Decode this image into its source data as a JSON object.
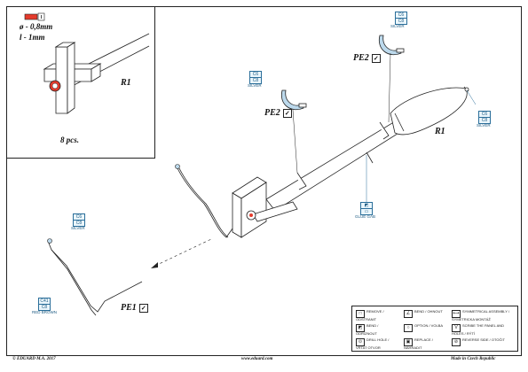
{
  "inset": {
    "diameter": "ø - 0,8mm",
    "length": "l - 1mm",
    "part": "R1",
    "count": "8 pcs."
  },
  "parts": {
    "r1": "R1",
    "pe2_upper": "PE2",
    "pe2_lower": "PE2",
    "pe1": "PE1"
  },
  "callouts": [
    {
      "top": "C6",
      "bot": "C8",
      "label": "SILVER"
    },
    {
      "top": "C6",
      "bot": "C8",
      "label": "SILVER"
    },
    {
      "top": "C6",
      "bot": "C8",
      "label": "SILVER"
    },
    {
      "top": "C6",
      "bot": "C8",
      "label": "SILVER"
    },
    {
      "top": "C41",
      "bot": "C8",
      "label": "RED BROWN"
    }
  ],
  "glue_label": "GLUE GAB",
  "legend": {
    "items": [
      {
        "icon": "□",
        "text": "REMOVE / ODSTRANIT"
      },
      {
        "icon": "∠",
        "text": "BEND / OHNOUT"
      },
      {
        "icon": "⟷",
        "text": "SYMMETRICAL ASSEMBLY / SYMETRICKA MONTÁŽ"
      },
      {
        "icon": "◩",
        "text": "BEND / ODRIZNOUT"
      },
      {
        "icon": "○",
        "text": "OPTION / VOLBA"
      },
      {
        "icon": "V",
        "text": "SCRIBE THE PANEL AND HOLES / RÝTÍ"
      },
      {
        "icon": "⊙",
        "text": "DRILL HOLE / VRTAT OTVOR"
      },
      {
        "icon": "▣",
        "text": "REPLACE / NAHRADIT"
      },
      {
        "icon": "⊘",
        "text": "REVERSE SIDE / OTOČIT"
      }
    ]
  },
  "footer": {
    "left": "© EDUARD M.A. 2017",
    "center": "www.eduard.com",
    "right": "Made in Czech Republic"
  },
  "colors": {
    "callout_border": "#2a6e9a",
    "callout_fill": "#eaf6fc",
    "clamp_fill": "#bcd9ec",
    "drill_red": "#e53b2c"
  }
}
